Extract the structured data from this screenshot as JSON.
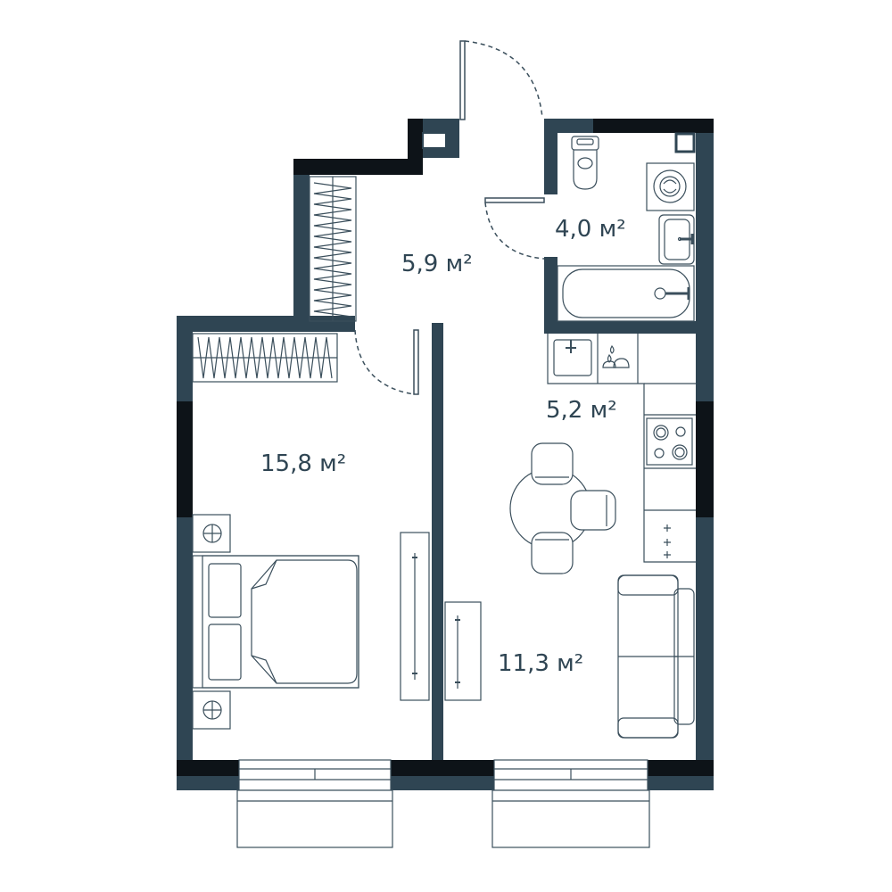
{
  "colors": {
    "wall": "#2f4553",
    "wall_dark": "#0d1318",
    "line": "#3b4f5c",
    "text": "#2f4553"
  },
  "rooms": [
    {
      "id": "hall",
      "area": "5,9 м²"
    },
    {
      "id": "bathroom",
      "area": "4,0 м²"
    },
    {
      "id": "kitchen",
      "area": "5,2 м²"
    },
    {
      "id": "bedroom",
      "area": "15,8 м²"
    },
    {
      "id": "living",
      "area": "11,3 м²"
    }
  ]
}
